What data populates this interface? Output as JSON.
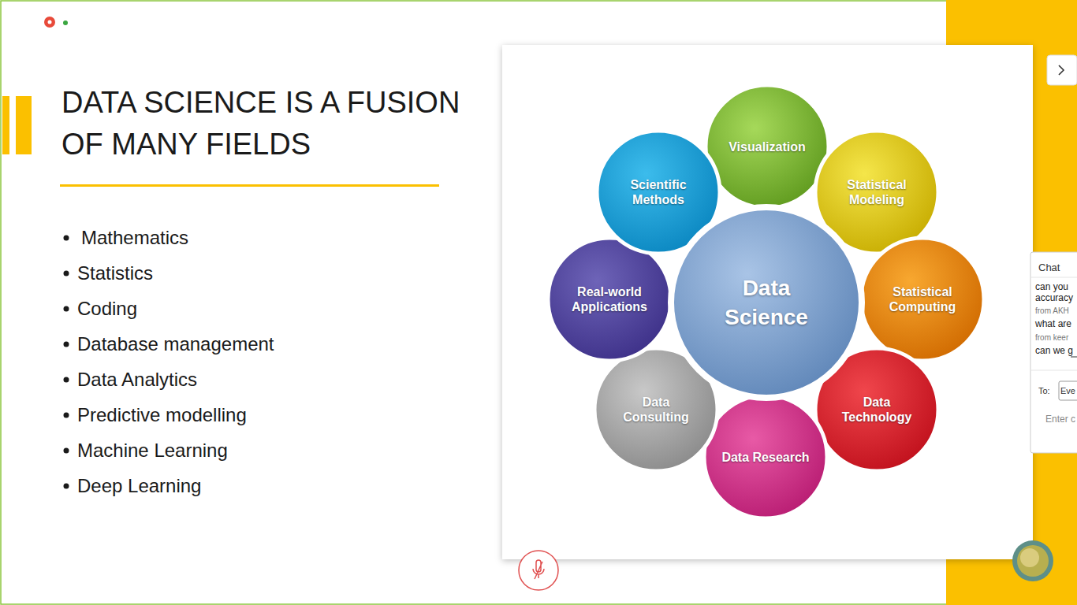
{
  "diagram": {
    "title": "DATA SCIENCE IS A FUSION OF MANY FIELDS",
    "nodes": [
      {
        "text": [
          "Data Science"
        ]
      },
      {
        "text": [
          "Visualization"
        ]
      },
      {
        "text": [
          "Statistical Modeling"
        ]
      },
      {
        "text": [
          "Statistical Computing"
        ]
      },
      {
        "text": [
          "Data Technology"
        ]
      },
      {
        "text": [
          "Data Research"
        ]
      },
      {
        "text": [
          "Data Consulting"
        ]
      },
      {
        "text": [
          "Real-world Applications"
        ]
      },
      {
        "text": [
          "Scientific Methods"
        ]
      }
    ],
    "labels": [
      "Mathematics",
      "Statistics",
      "Coding",
      "Database management",
      "Data Analytics",
      "Predictive modelling",
      "Machine Learning",
      "Deep Learning",
      "Chat",
      "can you",
      "accuracy",
      "from AKH",
      "what are",
      "from keer",
      "can we g",
      "To:",
      "Eve",
      "Enter c"
    ]
  }
}
